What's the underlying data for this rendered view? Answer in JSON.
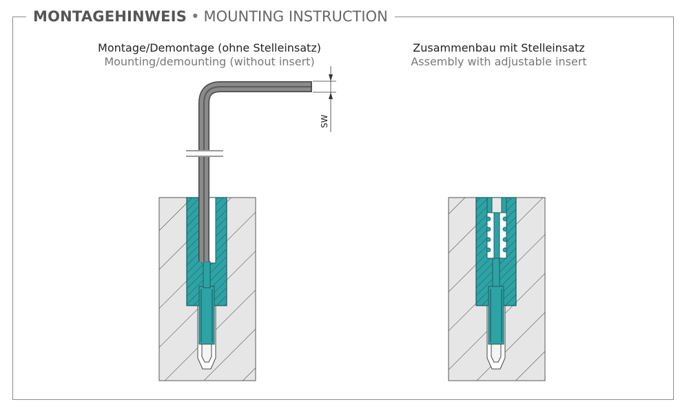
{
  "header": {
    "title_de": "MONTAGEHINWEIS",
    "separator": "•",
    "title_en": "MOUNTING INSTRUCTION"
  },
  "left_panel": {
    "caption_de": "Montage/Demontage (ohne Stelleinsatz)",
    "caption_en": "Mounting/demounting (without insert)",
    "dimension_label": "SW"
  },
  "right_panel": {
    "caption_de": "Zusammenbau mit Stelleinsatz",
    "caption_en": "Assembly with adjustable insert"
  },
  "colors": {
    "frame": "#8a8a8a",
    "block_fill": "#e6e6e6",
    "hatch": "#333333",
    "insert_teal": "#2ea3a6",
    "key_gray": "#7a7a7a",
    "thread_dark": "#1d6f72"
  }
}
